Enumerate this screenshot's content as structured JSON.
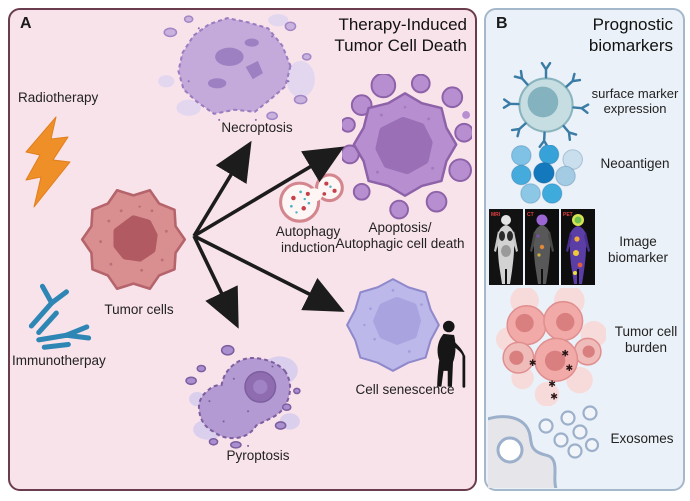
{
  "panel_a": {
    "label": "A",
    "title": "Therapy-Induced\nTumor Cell Death",
    "labels": {
      "radiotherapy": "Radiotherapy",
      "tumor_cells": "Tumor cells",
      "immunotherapy": "Immunotherpay",
      "necroptosis": "Necroptosis",
      "autophagy": "Autophagy\ninduction",
      "apoptosis": "Apoptosis/\nAutophagic cell death",
      "senescence": "Cell senescence",
      "pyroptosis": "Pyroptosis"
    }
  },
  "panel_b": {
    "label": "B",
    "title": "Prognostic\nbiomarkers",
    "items": [
      {
        "label": "surface marker\nexpression"
      },
      {
        "label": "Neoantigen"
      },
      {
        "label": "Image\nbiomarker"
      },
      {
        "label": "Tumor cell\nburden"
      },
      {
        "label": "Exosomes"
      }
    ],
    "scan_labels": [
      "MRI",
      "CT",
      "PET"
    ]
  },
  "colors": {
    "panel_a_bg": "#f9e3eb",
    "panel_a_border": "#6a3c4e",
    "panel_b_bg": "#ebf1f8",
    "panel_b_border": "#a4b7cb",
    "arrow": "#1c1c1c",
    "lightning_orange": "#ee8f28",
    "antibody_blue": "#2e86b5",
    "tumor_cell_red": "#d98e90",
    "death_cell_purple": "#b78fd0",
    "senescence_lavender": "#bdb8ea"
  }
}
